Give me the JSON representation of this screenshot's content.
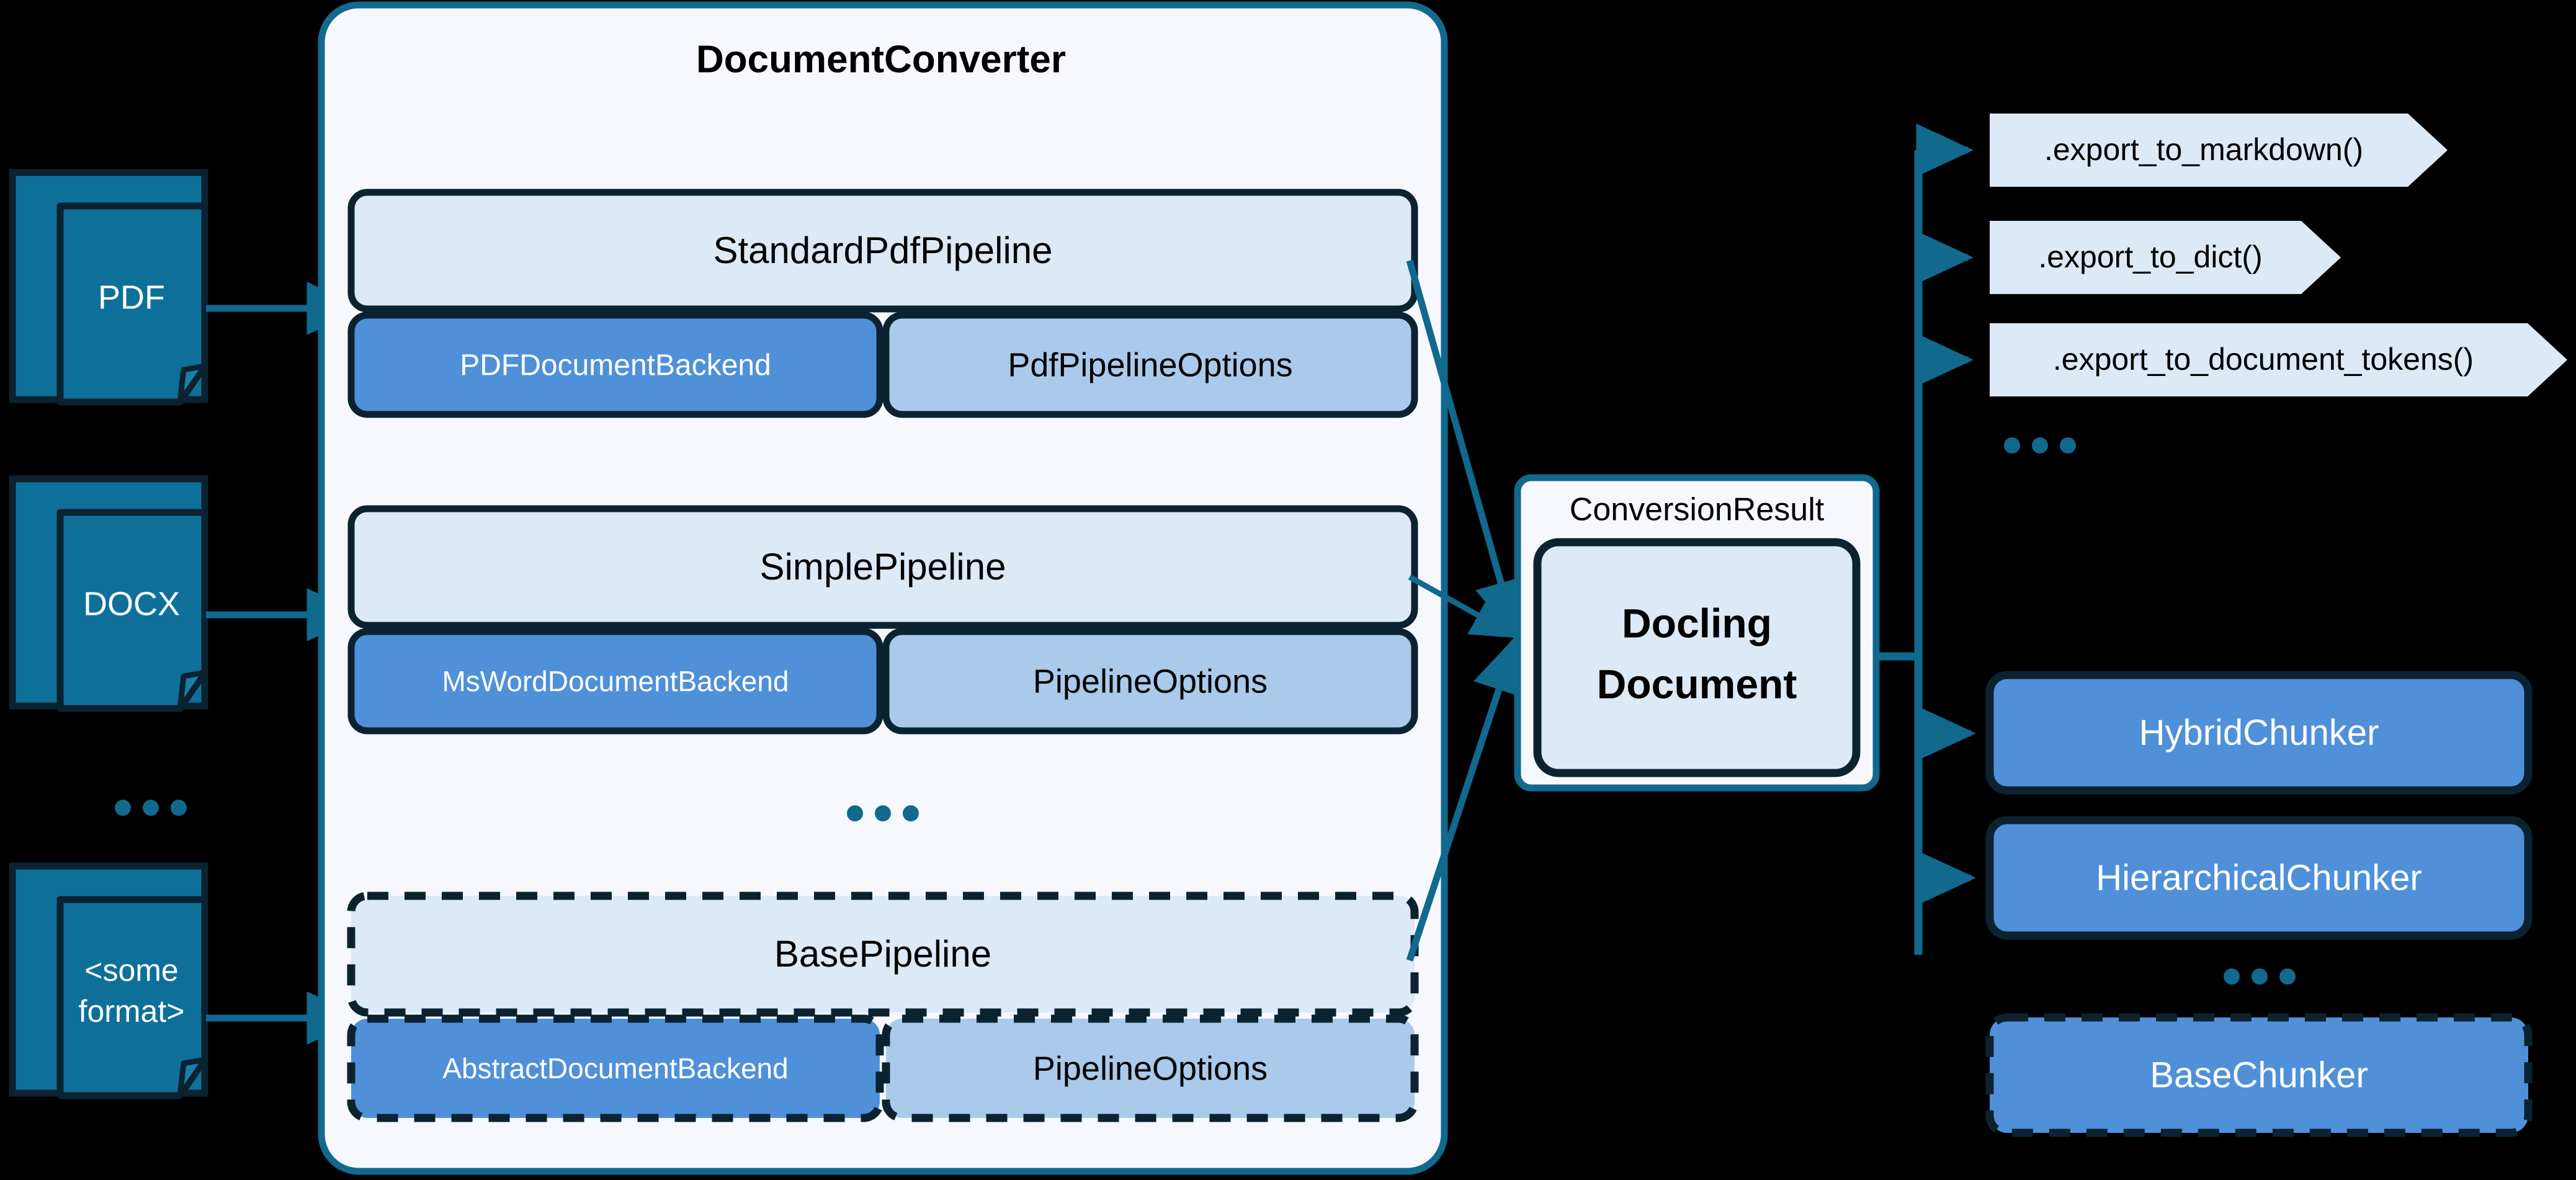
{
  "diagram": {
    "title": "DocumentConverter",
    "background_color": "#000000",
    "accent_teal": "#11698e",
    "dark_navy": "#0b2231",
    "panel_fill": "#f6f8fd",
    "pipeline_fill": "#dce9f6",
    "backend_fill": "#4f90d9",
    "options_fill": "#a9caea",
    "doc_icon_fill": "#0e7099",
    "export_fill": "#dce9f6",
    "chunker_fill": "#4f90d9"
  },
  "inputs": {
    "documents": [
      {
        "label": "PDF",
        "multiline": false
      },
      {
        "label": "DOCX",
        "multiline": false
      },
      {
        "label_line1": "<some",
        "label_line2": "format>",
        "multiline": true
      }
    ],
    "ellipsis": "..."
  },
  "converter": {
    "title": "DocumentConverter",
    "ellipsis": "...",
    "pipelines": [
      {
        "name": "StandardPdfPipeline",
        "backend": "PDFDocumentBackend",
        "options": "PdfPipelineOptions",
        "dashed": false
      },
      {
        "name": "SimplePipeline",
        "backend": "MsWordDocumentBackend",
        "options": "PipelineOptions",
        "dashed": false
      },
      {
        "name": "BasePipeline",
        "backend": "AbstractDocumentBackend",
        "options": "PipelineOptions",
        "dashed": true
      }
    ]
  },
  "result": {
    "container_label": "ConversionResult",
    "document_line1": "Docling",
    "document_line2": "Document"
  },
  "exports": {
    "methods": [
      ".export_to_markdown()",
      ".export_to_dict()",
      ".export_to_document_tokens()"
    ],
    "ellipsis": "..."
  },
  "chunkers": {
    "items": [
      {
        "label": "HybridChunker",
        "dashed": false
      },
      {
        "label": "HierarchicalChunker",
        "dashed": false
      },
      {
        "label": "BaseChunker",
        "dashed": true
      }
    ],
    "ellipsis": "..."
  }
}
